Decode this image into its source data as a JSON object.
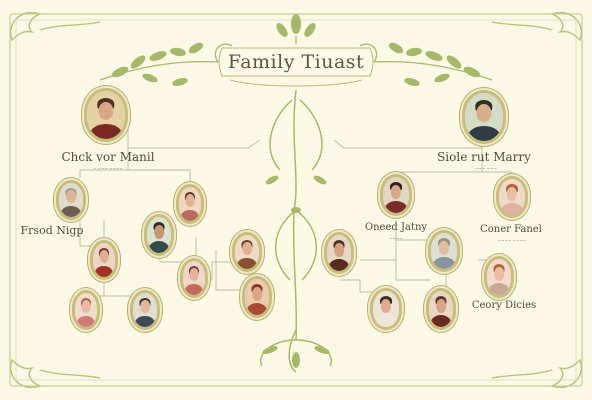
{
  "title": "Family Tiuast",
  "colors": {
    "background": "#fbf8e6",
    "frame": "#c9cf9a",
    "vine": "#a8b86a",
    "line": "#b7bfa0",
    "portrait_border": "#c8bd7c"
  },
  "names": {
    "top_left": "Chck vor Manil",
    "top_right": "Siole rut Marry",
    "left_mid": "Frsod Nigp",
    "center_right": "Oneed Jatny",
    "right_mid": "Coner Fanel",
    "bottom_right": "Ceory Dicies"
  },
  "captions": {
    "top_left": "~ ~~~ ~~~~",
    "top_right": "~~~ ~~~",
    "center_right": "~~~~",
    "right_mid": "~~~~ ~~~~"
  },
  "icons": {
    "vine": "leafy-vine-ornament",
    "frame": "ornate-portrait-frame",
    "corner": "flourish-corner"
  }
}
